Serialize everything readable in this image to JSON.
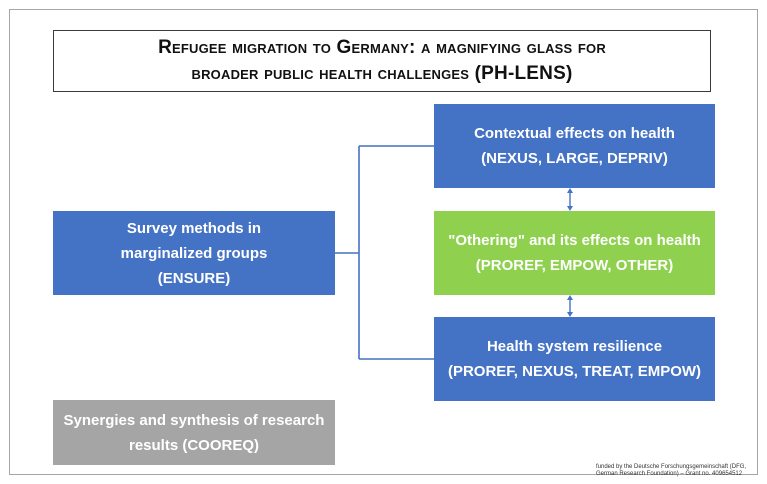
{
  "title": {
    "line1": "Refugee migration to Germany: a magnifying glass for",
    "line2": "broader public health challenges (PH-LENS)"
  },
  "boxes": {
    "survey": {
      "line1": "Survey methods in",
      "line2": "marginalized groups",
      "line3": "(ENSURE)"
    },
    "contextual": {
      "line1": "Contextual effects on health",
      "line2": "(NEXUS, LARGE, DEPRIV)"
    },
    "othering": {
      "line1": "\"Othering\" and its effects on health",
      "line2": "(PROREF, EMPOW, OTHER)"
    },
    "resilience": {
      "line1": "Health system resilience",
      "line2": "(PROREF, NEXUS, TREAT, EMPOW)"
    },
    "synergies": {
      "line1": "Synergies and synthesis of research",
      "line2": "results (COOREQ)"
    }
  },
  "footnote": {
    "line1": "funded by the Deutsche Forschungsgemeinschaft (DFG,",
    "line2": "German Research Foundation) – Grant no. 409654512"
  },
  "colors": {
    "blue": "#4472c4",
    "green": "#8fd14f",
    "grey": "#a5a5a5",
    "connector": "#4472c4"
  }
}
